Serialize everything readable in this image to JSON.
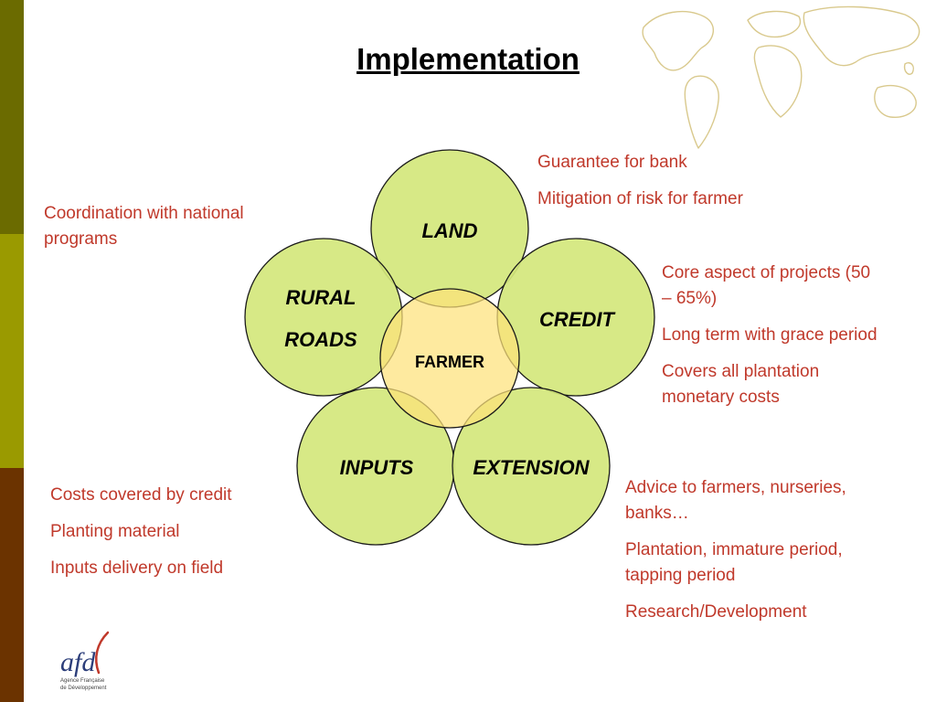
{
  "slide": {
    "title": "Implementation",
    "colors": {
      "sidebar": [
        "#6b6b00",
        "#9a9a00",
        "#6b3300"
      ],
      "petal_fill": "#d4e77c",
      "center_fill": "#fde27a",
      "note_text": "#c0392b",
      "map_stroke": "#d9c98d"
    }
  },
  "diagram": {
    "center": "FARMER",
    "petals": {
      "land": "LAND",
      "rural_roads_line1": "RURAL",
      "rural_roads_line2": "ROADS",
      "credit": "CREDIT",
      "inputs": "INPUTS",
      "extension": "EXTENSION"
    }
  },
  "notes": {
    "land": [
      "Guarantee for bank",
      "Mitigation of risk for farmer"
    ],
    "rural_roads": [
      "Coordination with national programs"
    ],
    "credit": [
      "Core aspect of projects (50 – 65%)",
      "Long term with grace period",
      "Covers all plantation monetary costs"
    ],
    "inputs": [
      "Costs covered by credit",
      "Planting material",
      "Inputs delivery on field"
    ],
    "extension": [
      "Advice to farmers, nurseries, banks…",
      "Plantation, immature period, tapping period",
      "Research/Development"
    ]
  },
  "logo": {
    "mark": "afd",
    "line1": "Agence Française",
    "line2": "de Développement"
  }
}
